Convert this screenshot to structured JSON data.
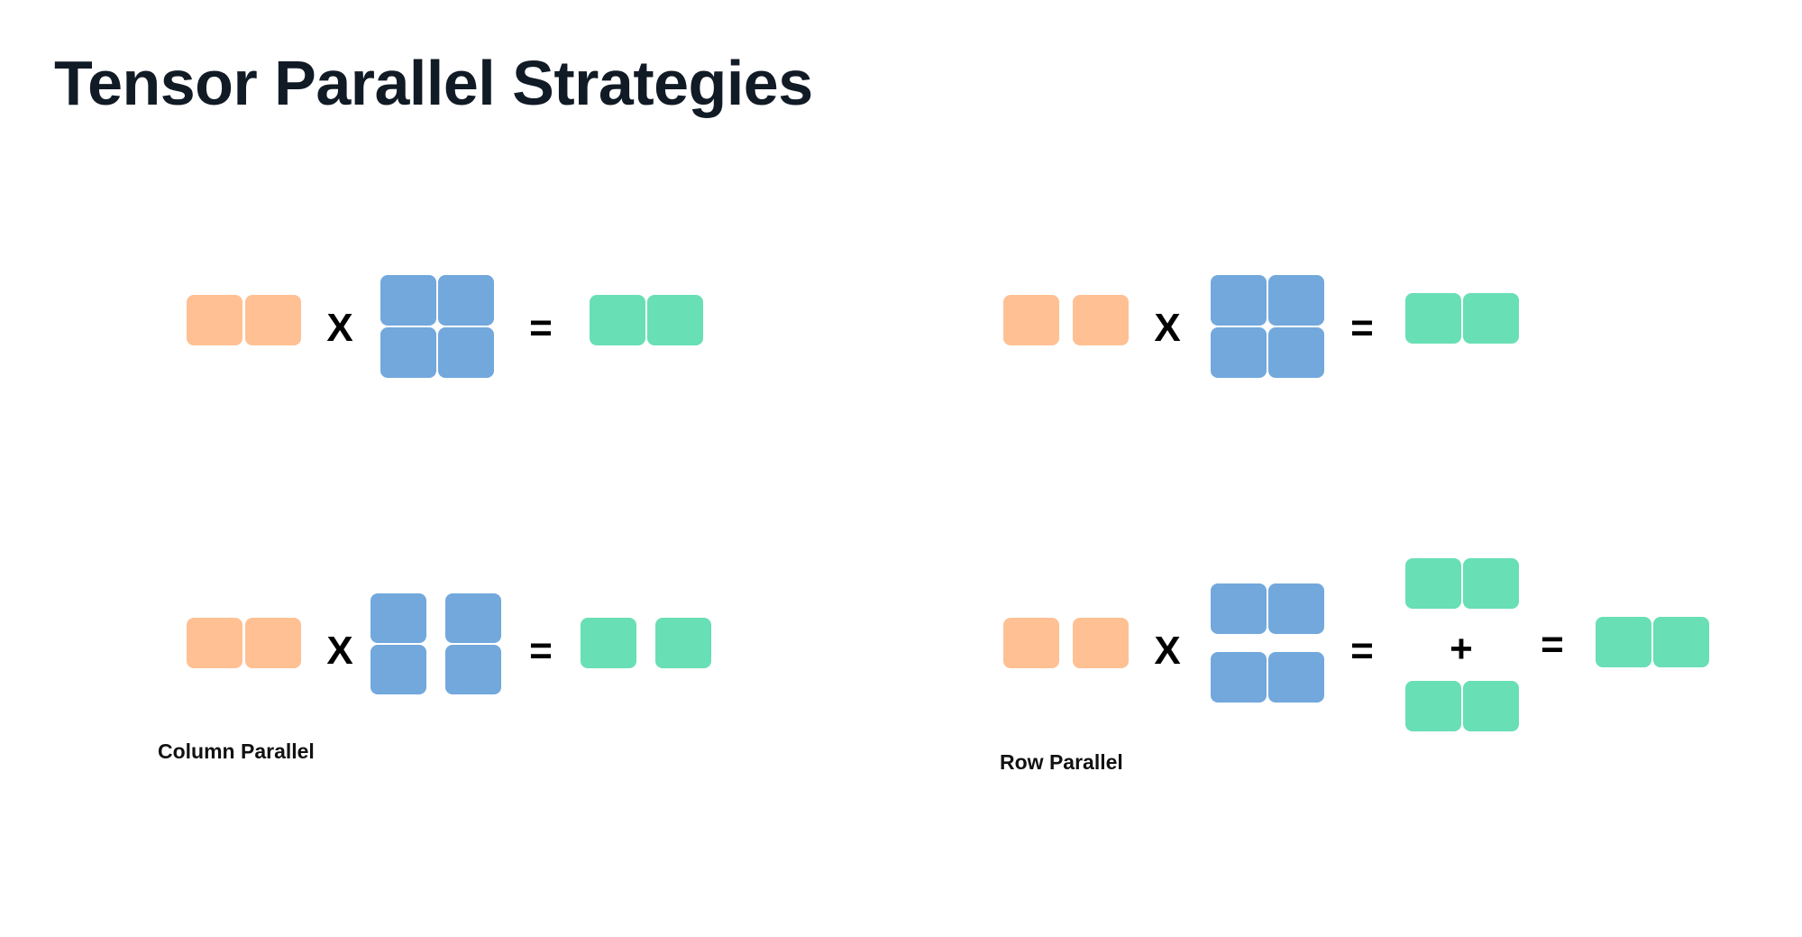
{
  "title": "Tensor Parallel Strategies",
  "operators": {
    "multiply": "X",
    "equals": "=",
    "plus": "+"
  },
  "labels": {
    "column_parallel": "Column Parallel",
    "row_parallel": "Row Parallel"
  },
  "colors": {
    "input": "#ffc093",
    "weight": "#72a8dc",
    "output": "#68dfb5",
    "title": "#111b26"
  }
}
